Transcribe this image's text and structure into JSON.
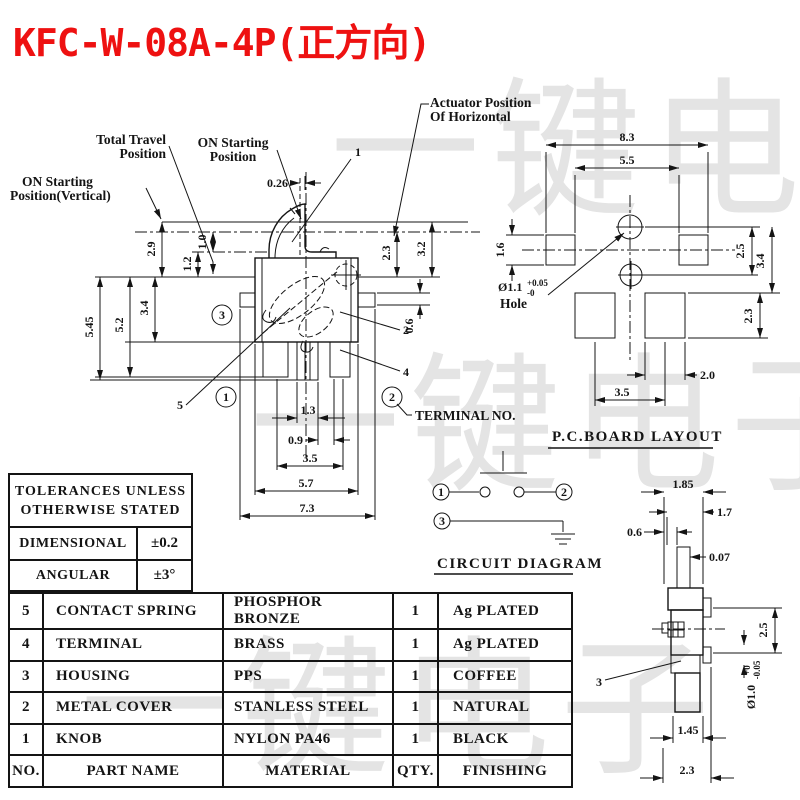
{
  "title": "KFC-W-08A-4P(正方向)",
  "watermark": "一键电子",
  "front_view": {
    "labels": {
      "total_travel_1": "Total Travel",
      "total_travel_2": "Position",
      "on_starting_1": "ON Starting",
      "on_starting_2": "Position",
      "on_starting_vertical_1": "ON Starting",
      "on_starting_vertical_2": "Position(Vertical)",
      "actuator_1": "Actuator Position",
      "actuator_2": "Of Horizontal",
      "terminal_no": "TERMINAL NO."
    },
    "dims": {
      "travel_gap": "0.26",
      "left_29": "2.9",
      "left_10": "1.0",
      "left_12": "1.2",
      "left_34": "3.4",
      "left_52": "5.2",
      "left_545": "5.45",
      "right_23": "2.3",
      "right_32": "3.2",
      "right_06": "0.6",
      "bottom_13": "1.3",
      "bottom_09": "0.9",
      "bottom_35": "3.5",
      "bottom_57": "5.7",
      "bottom_73": "7.3"
    },
    "callouts": {
      "knob": "1",
      "cover": "2",
      "terminal": "4",
      "spring": "5"
    },
    "terminal_marks": {
      "t1": "1",
      "t2": "2",
      "t3": "3"
    }
  },
  "pcb_layout": {
    "title": "P.C.BOARD LAYOUT",
    "dims": {
      "w83": "8.3",
      "w55": "5.5",
      "h16": "1.6",
      "h25": "2.5",
      "h34": "3.4",
      "h23": "2.3",
      "w20": "2.0",
      "w35": "3.5"
    },
    "hole": {
      "dia": "Ø1.1",
      "tol_plus": "+0.05",
      "tol_minus": "-0",
      "label": "Hole"
    }
  },
  "circuit": {
    "title": "CIRCUIT DIAGRAM",
    "t1": "1",
    "t2": "2",
    "t3": "3"
  },
  "side_view": {
    "dims": {
      "w185": "1.85",
      "w17": "1.7",
      "w06": "0.6",
      "w007": "0.07",
      "h25": "2.5",
      "dia": "Ø1.0",
      "tol_plus": "+0",
      "tol_minus": "-0.05",
      "w145": "1.45",
      "w23": "2.3"
    },
    "callout": "3"
  },
  "tolerance_table": {
    "header_1": "TOLERANCES UNLESS",
    "header_2": "OTHERWISE STATED",
    "rows": [
      {
        "label": "DIMENSIONAL",
        "value": "±0.2"
      },
      {
        "label": "ANGULAR",
        "value": "±3°"
      }
    ]
  },
  "parts_table": {
    "headers": {
      "no": "NO.",
      "part": "PART NAME",
      "material": "MATERIAL",
      "qty": "QTY.",
      "finishing": "FINISHING"
    },
    "rows": [
      {
        "no": "5",
        "part": "CONTACT SPRING",
        "material": "PHOSPHOR BRONZE",
        "qty": "1",
        "finishing": "Ag PLATED"
      },
      {
        "no": "4",
        "part": "TERMINAL",
        "material": "BRASS",
        "qty": "1",
        "finishing": "Ag PLATED"
      },
      {
        "no": "3",
        "part": "HOUSING",
        "material": "PPS",
        "qty": "1",
        "finishing": "COFFEE"
      },
      {
        "no": "2",
        "part": "METAL COVER",
        "material": "STANLESS STEEL",
        "qty": "1",
        "finishing": "NATURAL"
      },
      {
        "no": "1",
        "part": "KNOB",
        "material": "NYLON PA46",
        "qty": "1",
        "finishing": "BLACK"
      }
    ]
  }
}
